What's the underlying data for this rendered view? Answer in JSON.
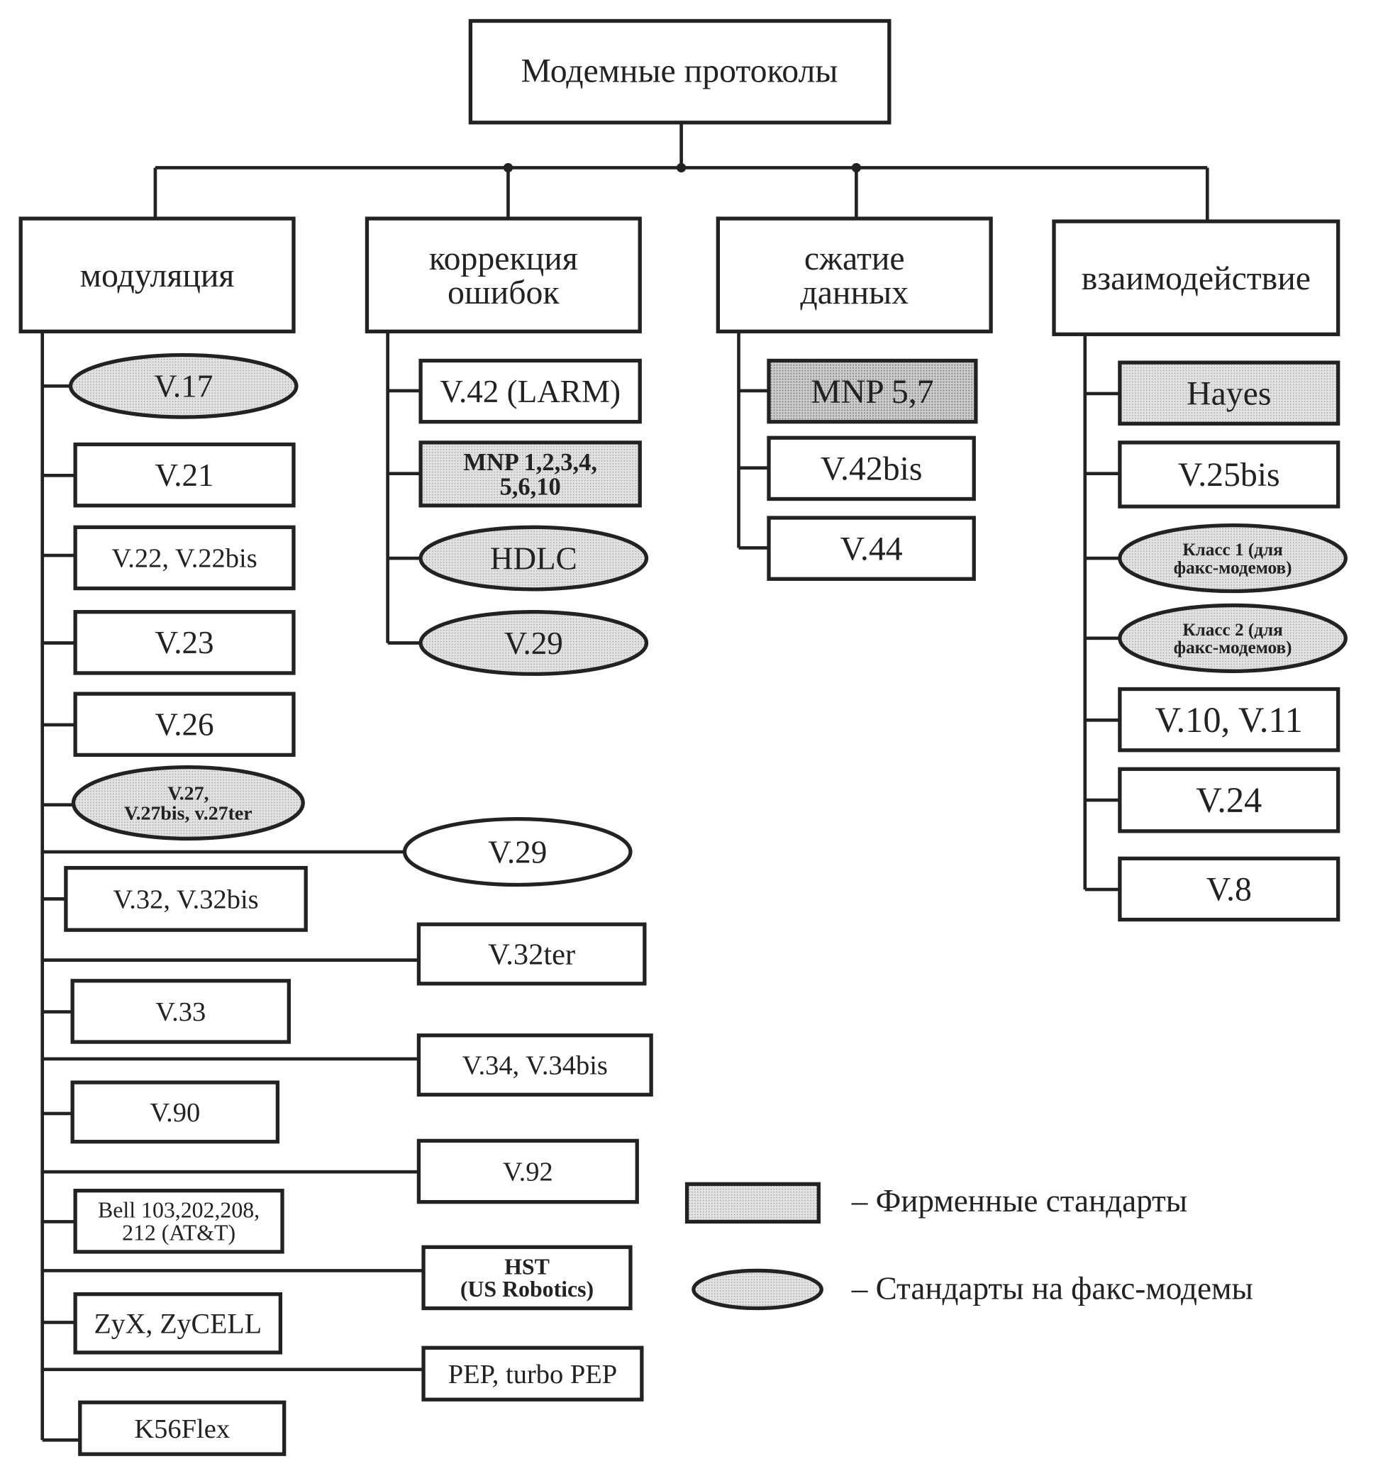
{
  "title": "Модемные протоколы",
  "colors": {
    "line": "#222222",
    "standard_fill": "#ffffff",
    "proprietary_fill": "#d9d9d9",
    "proprietary_dark_fill": "#c4c4c4",
    "fax_fill": "#d4d4d4"
  },
  "categories": [
    {
      "id": "mod",
      "lines": [
        "модуляция"
      ]
    },
    {
      "id": "err",
      "lines": [
        "коррекция",
        "ошибок"
      ]
    },
    {
      "id": "cmp",
      "lines": [
        "сжатие",
        "данных"
      ]
    },
    {
      "id": "int",
      "lines": [
        "взаимодействие"
      ]
    }
  ],
  "nodes": [
    {
      "id": "m1",
      "cat": "mod",
      "kind": "fax",
      "lines": [
        "V.17"
      ]
    },
    {
      "id": "m2",
      "cat": "mod",
      "kind": "standard",
      "lines": [
        "V.21"
      ]
    },
    {
      "id": "m3",
      "cat": "mod",
      "kind": "standard",
      "lines": [
        "V.22, V.22bis"
      ]
    },
    {
      "id": "m4",
      "cat": "mod",
      "kind": "standard",
      "lines": [
        "V.23"
      ]
    },
    {
      "id": "m5",
      "cat": "mod",
      "kind": "standard",
      "lines": [
        "V.26"
      ]
    },
    {
      "id": "m6",
      "cat": "mod",
      "kind": "fax",
      "lines": [
        "V.27,",
        "V.27bis, v.27ter"
      ]
    },
    {
      "id": "m7",
      "cat": "mod",
      "kind": "oval-plain",
      "lines": [
        "V.29"
      ]
    },
    {
      "id": "m8",
      "cat": "mod",
      "kind": "standard",
      "lines": [
        "V.32, V.32bis"
      ]
    },
    {
      "id": "m9",
      "cat": "mod",
      "kind": "standard",
      "lines": [
        "V.32ter"
      ]
    },
    {
      "id": "m10",
      "cat": "mod",
      "kind": "standard",
      "lines": [
        "V.33"
      ]
    },
    {
      "id": "m11",
      "cat": "mod",
      "kind": "standard",
      "lines": [
        "V.34, V.34bis"
      ]
    },
    {
      "id": "m12",
      "cat": "mod",
      "kind": "standard",
      "lines": [
        "V.90"
      ]
    },
    {
      "id": "m13",
      "cat": "mod",
      "kind": "standard",
      "lines": [
        "V.92"
      ]
    },
    {
      "id": "m14",
      "cat": "mod",
      "kind": "standard",
      "lines": [
        "Bell 103,202,208,",
        "212 (AT&T)"
      ]
    },
    {
      "id": "m15",
      "cat": "mod",
      "kind": "standard",
      "lines": [
        "HST",
        "(US Robotics)"
      ]
    },
    {
      "id": "m16",
      "cat": "mod",
      "kind": "standard",
      "lines": [
        "ZyX, ZyCELL"
      ]
    },
    {
      "id": "m17",
      "cat": "mod",
      "kind": "standard",
      "lines": [
        "PEP, turbo PEP"
      ]
    },
    {
      "id": "m18",
      "cat": "mod",
      "kind": "standard",
      "lines": [
        "K56Flex"
      ]
    },
    {
      "id": "e1",
      "cat": "err",
      "kind": "standard",
      "lines": [
        "V.42 (LARM)"
      ]
    },
    {
      "id": "e2",
      "cat": "err",
      "kind": "proprietary",
      "lines": [
        "MNP 1,2,3,4,",
        "5,6,10"
      ]
    },
    {
      "id": "e3",
      "cat": "err",
      "kind": "fax",
      "lines": [
        "HDLC"
      ]
    },
    {
      "id": "e4",
      "cat": "err",
      "kind": "fax",
      "lines": [
        "V.29"
      ]
    },
    {
      "id": "c1",
      "cat": "cmp",
      "kind": "proprietary-dark",
      "lines": [
        "MNP 5,7"
      ]
    },
    {
      "id": "c2",
      "cat": "cmp",
      "kind": "standard",
      "lines": [
        "V.42bis"
      ]
    },
    {
      "id": "c3",
      "cat": "cmp",
      "kind": "standard",
      "lines": [
        "V.44"
      ]
    },
    {
      "id": "i1",
      "cat": "int",
      "kind": "proprietary",
      "lines": [
        "Hayes"
      ]
    },
    {
      "id": "i2",
      "cat": "int",
      "kind": "standard",
      "lines": [
        "V.25bis"
      ]
    },
    {
      "id": "i3",
      "cat": "int",
      "kind": "fax",
      "lines": [
        "Класс 1 (для",
        "факс-модемов)"
      ]
    },
    {
      "id": "i4",
      "cat": "int",
      "kind": "fax",
      "lines": [
        "Класс 2 (для",
        "факс-модемов)"
      ]
    },
    {
      "id": "i5",
      "cat": "int",
      "kind": "standard",
      "lines": [
        "V.10, V.11"
      ]
    },
    {
      "id": "i6",
      "cat": "int",
      "kind": "standard",
      "lines": [
        "V.24"
      ]
    },
    {
      "id": "i7",
      "cat": "int",
      "kind": "standard",
      "lines": [
        "V.8"
      ]
    }
  ],
  "legend": [
    {
      "kind": "proprietary",
      "label": "–  Фирменные стандарты"
    },
    {
      "kind": "fax",
      "label": "–  Стандарты на факс-модемы"
    }
  ]
}
